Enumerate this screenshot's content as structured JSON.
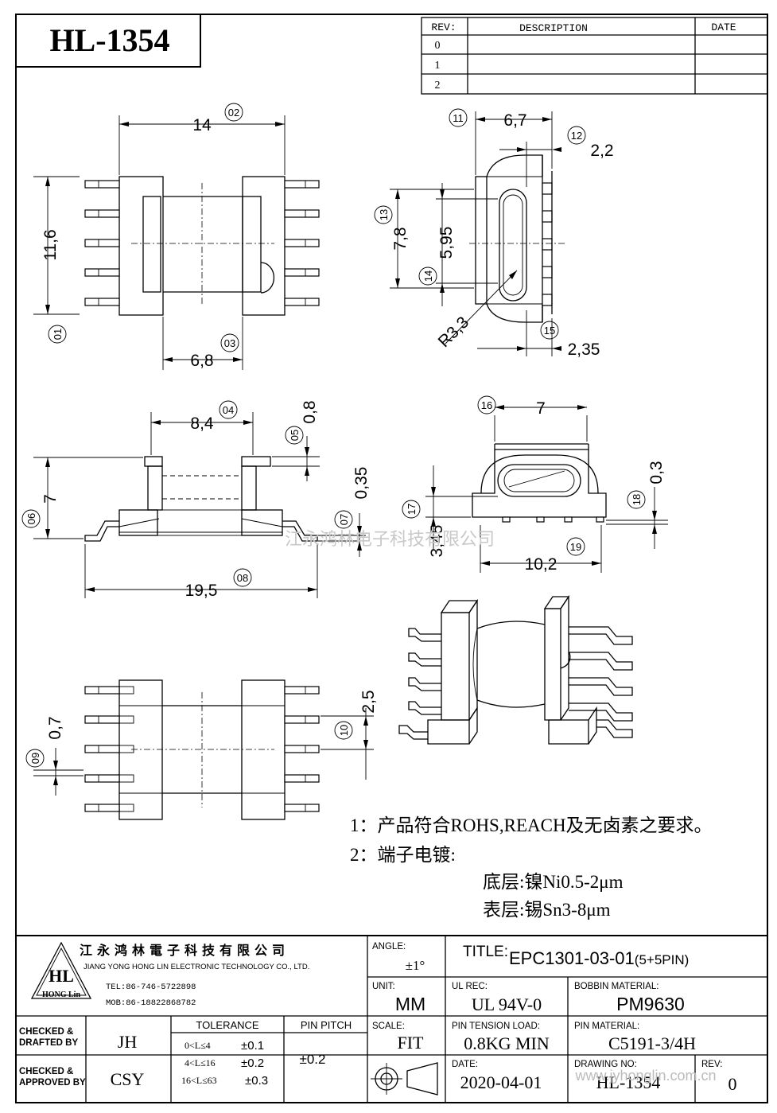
{
  "header": {
    "part_no": "HL-1354"
  },
  "revision_table": {
    "col_rev": "REV:",
    "col_desc": "DESCRIPTION",
    "col_date": "DATE",
    "rows": [
      "0",
      "1",
      "2"
    ]
  },
  "dims": {
    "d01": "11,6",
    "d02": "14",
    "d03": "6,8",
    "d04": "8,4",
    "d05": "0,8",
    "d06": "7",
    "d07": "0,35",
    "d08": "19,5",
    "d09": "0,7",
    "d10": "2,5",
    "d11": "6,7",
    "d12": "2,2",
    "d13": "7,8",
    "d14": "5,95",
    "r33": "R3,3",
    "d15": "2,35",
    "d16": "7",
    "d17": "3,45",
    "d18": "0,3",
    "d19": "10,2"
  },
  "bubbles": {
    "b01": "01",
    "b02": "02",
    "b03": "03",
    "b04": "04",
    "b05": "05",
    "b06": "06",
    "b07": "07",
    "b08": "08",
    "b09": "09",
    "b10": "10",
    "b11": "11",
    "b12": "12",
    "b13": "13",
    "b14": "14",
    "b15": "15",
    "b16": "16",
    "b17": "17",
    "b18": "18",
    "b19": "19"
  },
  "watermark": "江永鸿林电子科技有限公司",
  "notes": {
    "n1": "1：产品符合ROHS,REACH及无卤素之要求。",
    "n2": "2：端子电镀:",
    "n3": "底层:镍Ni0.5-2μm",
    "n4": "表层:锡Sn3-8μm"
  },
  "company": {
    "name_cn": "江永鸿林電子科技有限公司",
    "name_en": "JIANG YONG HONG LIN ELECTRONIC TECHNOLOGY CO., LTD.",
    "tel": "TEL:86-746-5722898",
    "mob": "MOB:86-18822868782",
    "logo_top": "HL",
    "logo_bottom": "HONG Lin"
  },
  "title_block": {
    "angle_label": "ANGLE:",
    "angle_value": "±1°",
    "title_label": "TITLE:",
    "title_value": "EPC1301-03-01",
    "title_suffix": "(5+5PIN)",
    "unit_label": "UNIT:",
    "unit_value": "MM",
    "ul_label": "UL REC:",
    "ul_value": "UL 94V-0",
    "bobbin_label": "BOBBIN MATERIAL:",
    "bobbin_value": "PM9630",
    "checked_label": "CHECKED &",
    "drafted_label": "DRAFTED BY",
    "drafted_value": "JH",
    "checked2_label": "CHECKED &",
    "approved_label": "APPROVED BY",
    "approved_value": "CSY",
    "tolerance_label": "TOLERANCE",
    "tol_rows": [
      {
        "range": "0<L≤4",
        "value": "±0.1"
      },
      {
        "range": "4<L≤16",
        "value": "±0.2"
      },
      {
        "range": "16<L≤63",
        "value": "±0.3"
      }
    ],
    "pitch_label": "PIN PITCH",
    "pitch_value": "±0.2",
    "scale_label": "SCALE:",
    "scale_value": "FIT",
    "tension_label": "PIN TENSION LOAD:",
    "tension_value": "0.8KG MIN",
    "pinmat_label": "PIN MATERIAL:",
    "pinmat_value": "C5191-3/4H",
    "date_label": "DATE:",
    "date_value": "2020-04-01",
    "drawing_label": "DRAWING NO:",
    "drawing_value": "HL-1354",
    "rev_label": "REV:",
    "rev_value": "0",
    "website": "www.jyhonglin.com.cn"
  }
}
